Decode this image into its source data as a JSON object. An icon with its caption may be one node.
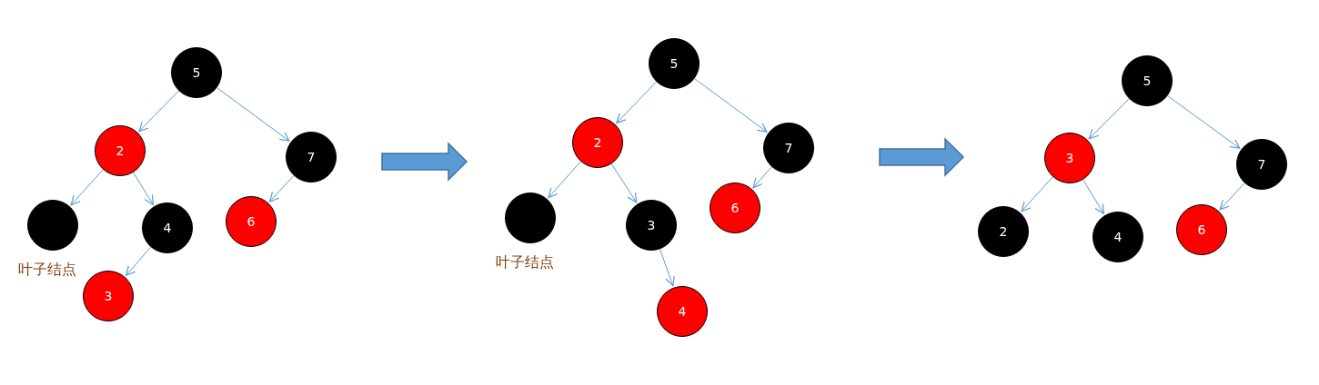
{
  "diagram": {
    "nodes": [
      {
        "text": [
          "5"
        ]
      },
      {
        "text": [
          "2"
        ]
      },
      {
        "text": [
          "7"
        ]
      },
      {
        "text": [],
        "shape": "circle",
        "beside": [
          "叶子结点"
        ]
      },
      {
        "text": [
          "4"
        ]
      },
      {
        "text": [
          "6"
        ]
      },
      {
        "text": [
          "3"
        ]
      },
      {
        "text": [
          "5"
        ]
      },
      {
        "text": [
          "2"
        ]
      },
      {
        "text": [
          "7"
        ]
      },
      {
        "text": [],
        "shape": "circle",
        "beside": [
          "叶子结点"
        ]
      },
      {
        "text": [
          "3"
        ]
      },
      {
        "text": [
          "6"
        ]
      },
      {
        "text": [
          "4"
        ]
      },
      {
        "text": [
          "5"
        ]
      },
      {
        "text": [
          "3"
        ]
      },
      {
        "text": [
          "7"
        ]
      },
      {
        "text": [
          "2"
        ]
      },
      {
        "text": [
          "4"
        ]
      },
      {
        "text": [
          "6"
        ]
      }
    ],
    "edges": [
      {
        "from": 0,
        "to": 1,
        "arrow": "to"
      },
      {
        "from": 0,
        "to": 2,
        "arrow": "to"
      },
      {
        "from": 1,
        "to": 3,
        "arrow": "to"
      },
      {
        "from": 1,
        "to": 4,
        "arrow": "to"
      },
      {
        "from": 2,
        "to": 5,
        "arrow": "to"
      },
      {
        "from": 4,
        "to": 6,
        "arrow": "to"
      },
      {
        "from": 7,
        "to": 8,
        "arrow": "to"
      },
      {
        "from": 7,
        "to": 9,
        "arrow": "to"
      },
      {
        "from": 8,
        "to": 10,
        "arrow": "to"
      },
      {
        "from": 8,
        "to": 11,
        "arrow": "to"
      },
      {
        "from": 9,
        "to": 12,
        "arrow": "to"
      },
      {
        "from": 11,
        "to": 13,
        "arrow": "to"
      },
      {
        "from": 14,
        "to": 15,
        "arrow": "to"
      },
      {
        "from": 14,
        "to": 16,
        "arrow": "to"
      },
      {
        "from": 15,
        "to": 17,
        "arrow": "to"
      },
      {
        "from": 15,
        "to": 18,
        "arrow": "to"
      },
      {
        "from": 16,
        "to": 19,
        "arrow": "to"
      }
    ]
  }
}
